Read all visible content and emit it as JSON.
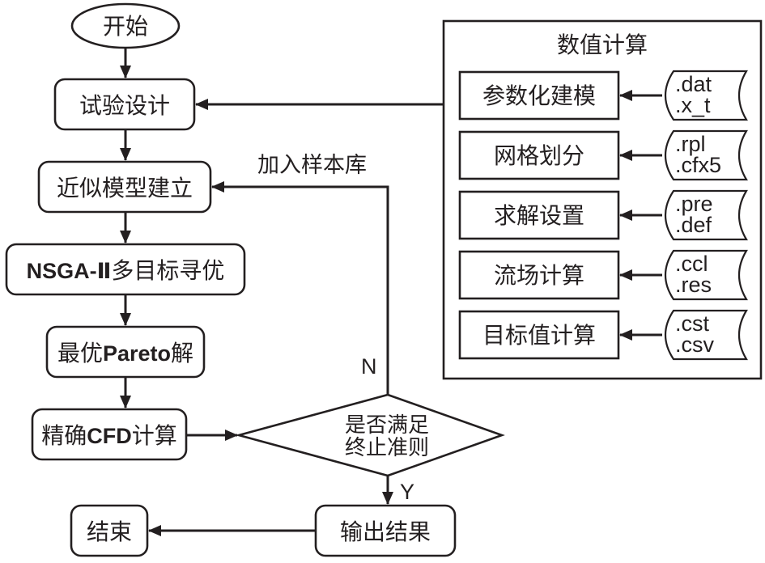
{
  "colors": {
    "stroke": "#231f20",
    "background": "#ffffff"
  },
  "flow": {
    "start": "开始",
    "doe": "试验设计",
    "surrogate": "近似模型建立",
    "nsga_prefix": "NSGA-Ⅱ",
    "nsga_suffix": "多目标寻优",
    "pareto_prefix": "最优",
    "pareto_mid": "Pareto",
    "pareto_suffix": "解",
    "cfd_prefix": "精确",
    "cfd_mid": "CFD",
    "cfd_suffix": "计算",
    "decision_line1": "是否满足",
    "decision_line2": "终止准则",
    "output": "输出结果",
    "end": "结束",
    "loop_label": "加入样本库",
    "no_label": "N",
    "yes_label": "Y"
  },
  "panel": {
    "title": "数值计算",
    "steps": [
      {
        "label": "参数化建模",
        "files": [
          ".dat",
          ".x_t"
        ]
      },
      {
        "label": "网格划分",
        "files": [
          ".rpl",
          ".cfx5"
        ]
      },
      {
        "label": "求解设置",
        "files": [
          ".pre",
          ".def"
        ]
      },
      {
        "label": "流场计算",
        "files": [
          ".ccl",
          ".res"
        ]
      },
      {
        "label": "目标值计算",
        "files": [
          ".cst",
          ".csv"
        ]
      }
    ]
  }
}
